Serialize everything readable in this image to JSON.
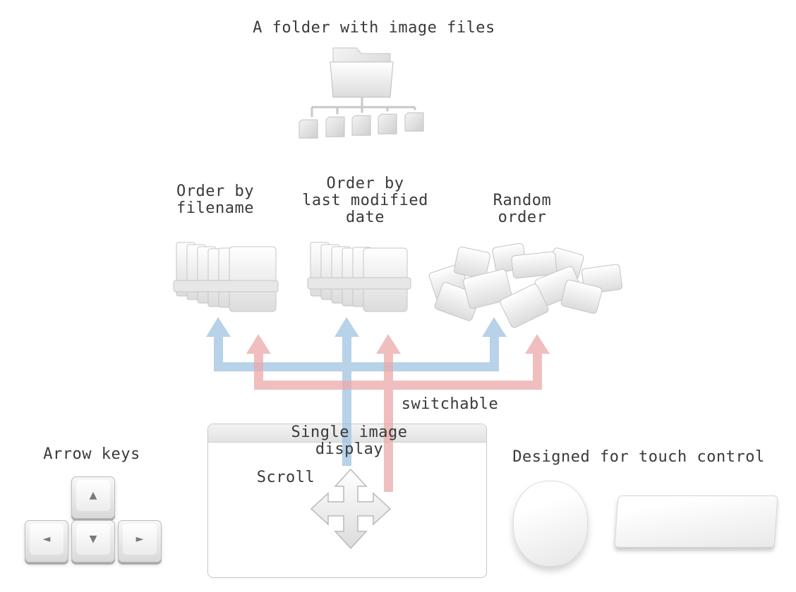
{
  "top": {
    "title": "A folder with image files"
  },
  "orders": [
    {
      "label": "Order by\nfilename"
    },
    {
      "label": "Order by\nlast modified\ndate"
    },
    {
      "label": "Random\norder"
    }
  ],
  "switchable_label": "switchable",
  "display": {
    "title": "Single image display",
    "scroll_label": "Scroll"
  },
  "arrow_keys": {
    "label": "Arrow keys",
    "up": "▲",
    "left": "◄",
    "down": "▼",
    "right": "►"
  },
  "touch": {
    "label": "Designed for touch control"
  },
  "colors": {
    "blue_arrow": "#9fc3e2",
    "red_arrow": "#eba9a9"
  },
  "icons": [
    "folder-tree-icon",
    "sorted-files-icon",
    "random-files-icon",
    "four-way-arrow-icon",
    "magic-mouse-icon",
    "trackpad-icon"
  ]
}
